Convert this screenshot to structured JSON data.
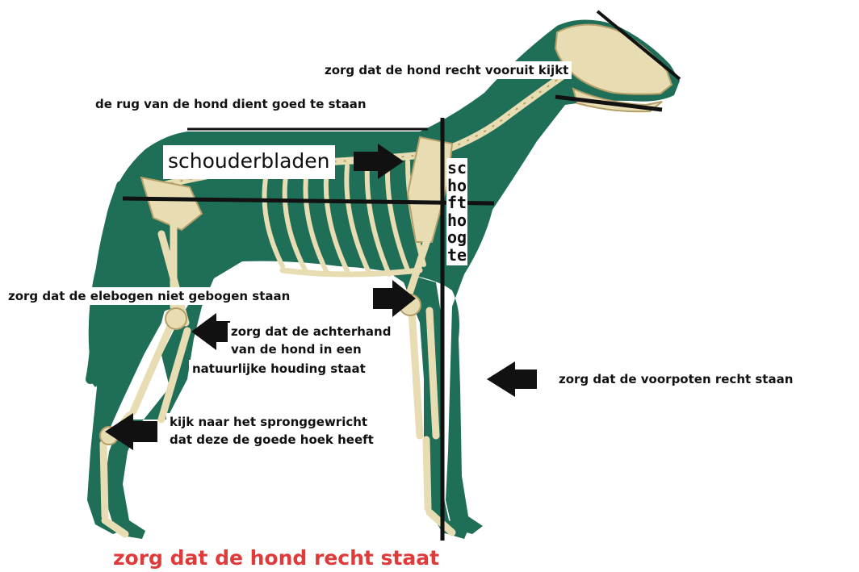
{
  "labels": {
    "head_forward": "zorg dat de hond recht vooruit kijkt",
    "back_straight": "de rug van de hond dient goed te staan",
    "shoulder_blades": "schouderbladen",
    "withers_height": "schofthoogte",
    "elbows": "zorg dat de elebogen niet gebogen staan",
    "hindquarters_line1": "zorg dat de achterhand",
    "hindquarters_line2": "van de hond in een",
    "hindquarters_line3": "natuurlijke  houding staat",
    "front_legs": "zorg dat de voorpoten recht staan",
    "hock_line1": "kijk naar het spronggewricht",
    "hock_line2": "dat deze de goede hoek heeft",
    "stand_straight": "zorg dat de hond recht staat"
  },
  "colors": {
    "dog_body": "#1f6e57",
    "bone": "#e8dcb2",
    "bone_outline": "#b59f6a",
    "line": "#111111",
    "arrow": "#111111",
    "title_red": "#e03b3b"
  },
  "icons": [
    "arrow-right-icon",
    "arrow-left-icon"
  ]
}
